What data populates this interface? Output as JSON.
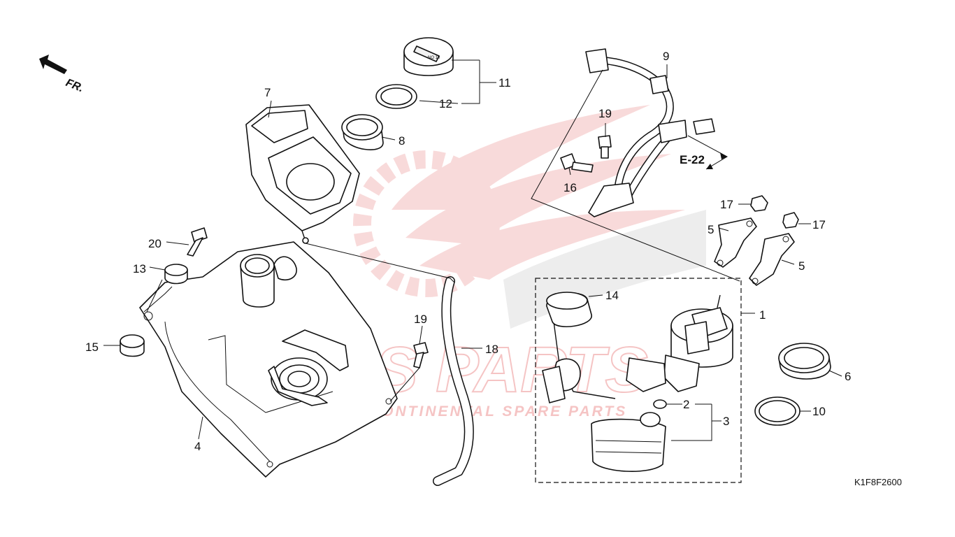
{
  "diagram": {
    "direction_label": "FR.",
    "reference_label": "E-22",
    "diagram_code": "K1F8F2600",
    "watermark": {
      "brand": "CS PARTS",
      "tagline": "INTERCONTINENTAL SPARE PARTS",
      "color": "#e35a5a"
    },
    "callouts": {
      "c1": "1",
      "c2": "2",
      "c3": "3",
      "c4": "4",
      "c5a": "5",
      "c5b": "5",
      "c6": "6",
      "c7": "7",
      "c8": "8",
      "c9": "9",
      "c10": "10",
      "c11": "11",
      "c12": "12",
      "c13": "13",
      "c14": "14",
      "c15": "15",
      "c16": "16",
      "c17a": "17",
      "c17b": "17",
      "c18": "18",
      "c19a": "19",
      "c19b": "19",
      "c20": "20"
    }
  }
}
